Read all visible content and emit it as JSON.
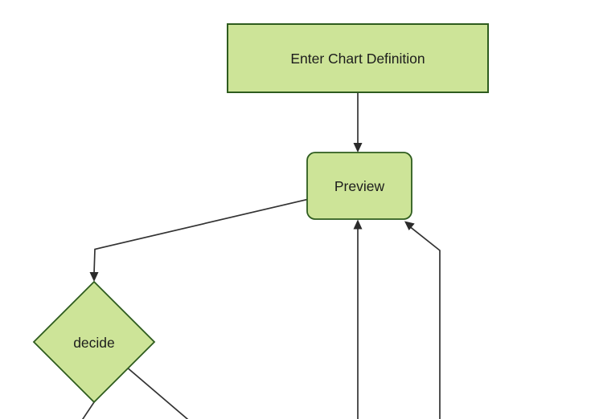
{
  "diagram": {
    "type": "flowchart",
    "direction": "top-down",
    "nodes": [
      {
        "id": "A",
        "label": "Enter Chart Definition",
        "shape": "rectangle"
      },
      {
        "id": "B",
        "label": "Preview",
        "shape": "rounded-rectangle"
      },
      {
        "id": "C",
        "label": "decide",
        "shape": "diamond"
      }
    ],
    "edges": [
      {
        "from": "enter-chart-definition",
        "to": "preview",
        "arrow": true
      },
      {
        "from": "preview",
        "to": "decide",
        "arrow": true
      },
      {
        "from": "decide",
        "to": "offscreen-bottom-left",
        "arrow": false
      },
      {
        "from": "decide",
        "to": "offscreen-bottom-right",
        "arrow": false
      },
      {
        "from": "offscreen-bottom-center",
        "to": "preview",
        "arrow": true
      },
      {
        "from": "offscreen-bottom-right",
        "to": "preview",
        "arrow": true
      }
    ],
    "colors": {
      "background": "#ffffff",
      "node_fill": "#cde498",
      "node_border": "#2e5c1e",
      "edge": "#333333",
      "arrowhead": "#2b2b2b",
      "text": "#1c1c1c"
    }
  }
}
